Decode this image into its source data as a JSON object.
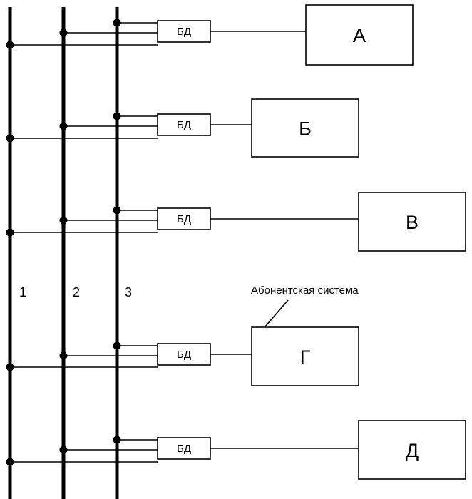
{
  "buses": [
    {
      "label": "1"
    },
    {
      "label": "2"
    },
    {
      "label": "3"
    }
  ],
  "adapter_label": "БД",
  "subscribers": [
    {
      "label": "А"
    },
    {
      "label": "Б"
    },
    {
      "label": "В"
    },
    {
      "label": "Г"
    },
    {
      "label": "Д"
    }
  ],
  "callout": "Абонентская система"
}
